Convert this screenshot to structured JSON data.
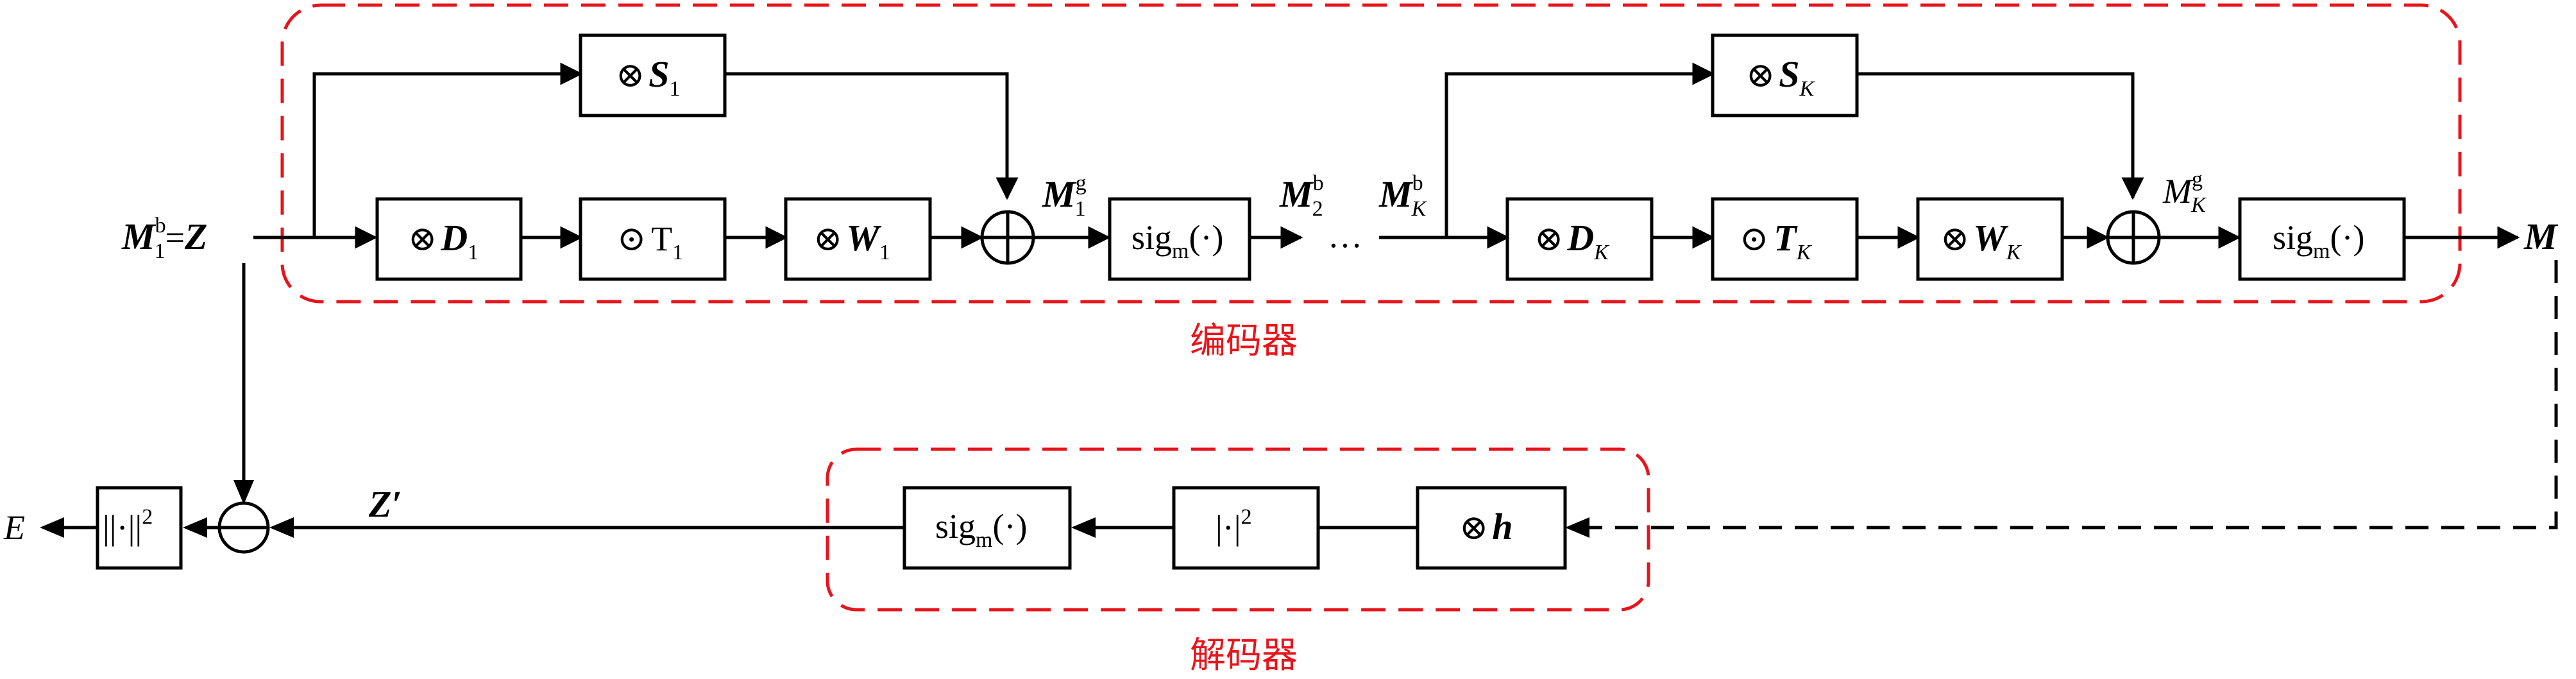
{
  "encoder": {
    "label": "编码器",
    "blocks": {
      "S1": {
        "op": "⊗",
        "sym": "S",
        "sub": "1"
      },
      "D1": {
        "op": "⊗",
        "sym": "D",
        "sub": "1"
      },
      "T1": {
        "op": "⊙",
        "sym": "T",
        "sub": "1"
      },
      "W1": {
        "op": "⊗",
        "sym": "W",
        "sub": "1"
      },
      "sig1": {
        "text": "sig",
        "sub": "m",
        "arg": "(·)"
      },
      "SK": {
        "op": "⊗",
        "sym": "S",
        "sub": "K"
      },
      "DK": {
        "op": "⊗",
        "sym": "D",
        "sub": "K"
      },
      "TK": {
        "op": "⊙",
        "sym": "T",
        "sub": "K"
      },
      "WK": {
        "op": "⊗",
        "sym": "W",
        "sub": "K"
      },
      "sigK": {
        "text": "sig",
        "sub": "m",
        "arg": "(·)"
      }
    },
    "signals": {
      "input": {
        "sym": "M",
        "sub": "1",
        "sup": "b",
        "eq": "=",
        "rhs": "Z"
      },
      "M1g": {
        "sym": "M",
        "sub": "1",
        "sup": "g"
      },
      "M2b": {
        "sym": "M",
        "sub": "2",
        "sup": "b"
      },
      "ellipsis": "…",
      "MKb": {
        "sym": "M",
        "sub": "K",
        "sup": "b"
      },
      "MKg": {
        "sym": "M",
        "sub": "K",
        "sup": "g"
      },
      "output": "M"
    }
  },
  "decoder": {
    "label": "解码器",
    "blocks": {
      "h": {
        "op": "⊗",
        "sym": "h"
      },
      "abs": {
        "text": "|·|",
        "sup": "2"
      },
      "sig": {
        "text": "sig",
        "sub": "m",
        "arg": "(·)"
      }
    },
    "signals": {
      "zprime": "Z′"
    }
  },
  "loss": {
    "norm": {
      "text": "||·||",
      "sup": "2"
    },
    "output": "E",
    "subtract_symbol": "−"
  }
}
